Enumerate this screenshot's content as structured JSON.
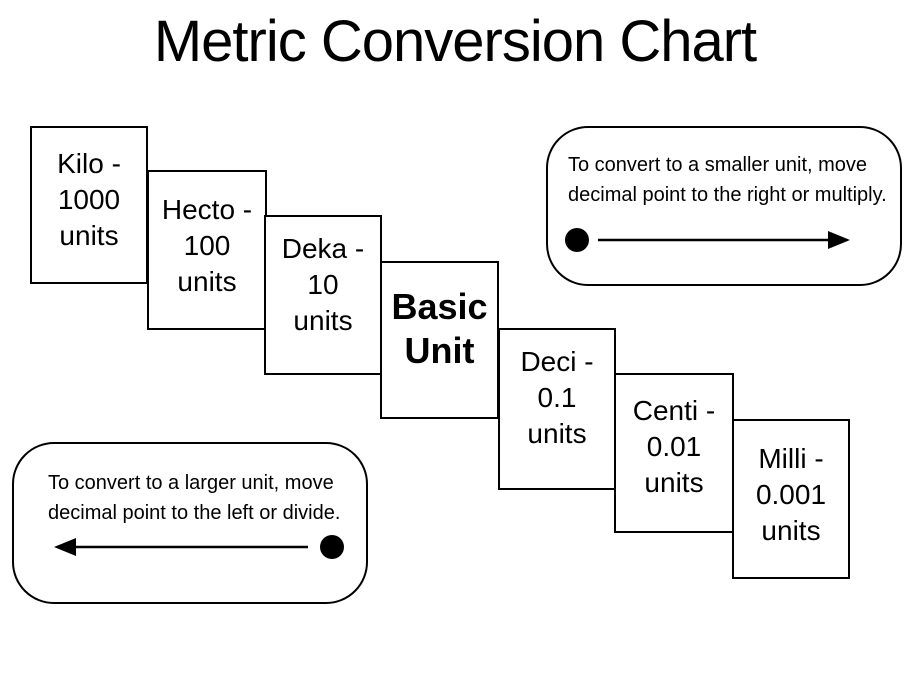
{
  "title": "Metric Conversion Chart",
  "steps": [
    {
      "prefix": "Kilo -",
      "value": "1000",
      "unit": "units"
    },
    {
      "prefix": "Hecto -",
      "value": "100",
      "unit": "units"
    },
    {
      "prefix": "Deka -",
      "value": "10",
      "unit": "units"
    },
    {
      "line1": "Basic",
      "line2": "Unit"
    },
    {
      "prefix": "Deci -",
      "value": "0.1",
      "unit": "units"
    },
    {
      "prefix": "Centi -",
      "value": "0.01",
      "unit": "units"
    },
    {
      "prefix": "Milli -",
      "value": "0.001",
      "unit": "units"
    }
  ],
  "smaller_note": {
    "line1": "To convert to a smaller unit, move",
    "line2": "decimal  point to the right or multiply.",
    "arrow_direction": "right"
  },
  "larger_note": {
    "line1": "To convert to a larger unit, move",
    "line2": "decimal  point to the left or divide.",
    "arrow_direction": "left"
  }
}
